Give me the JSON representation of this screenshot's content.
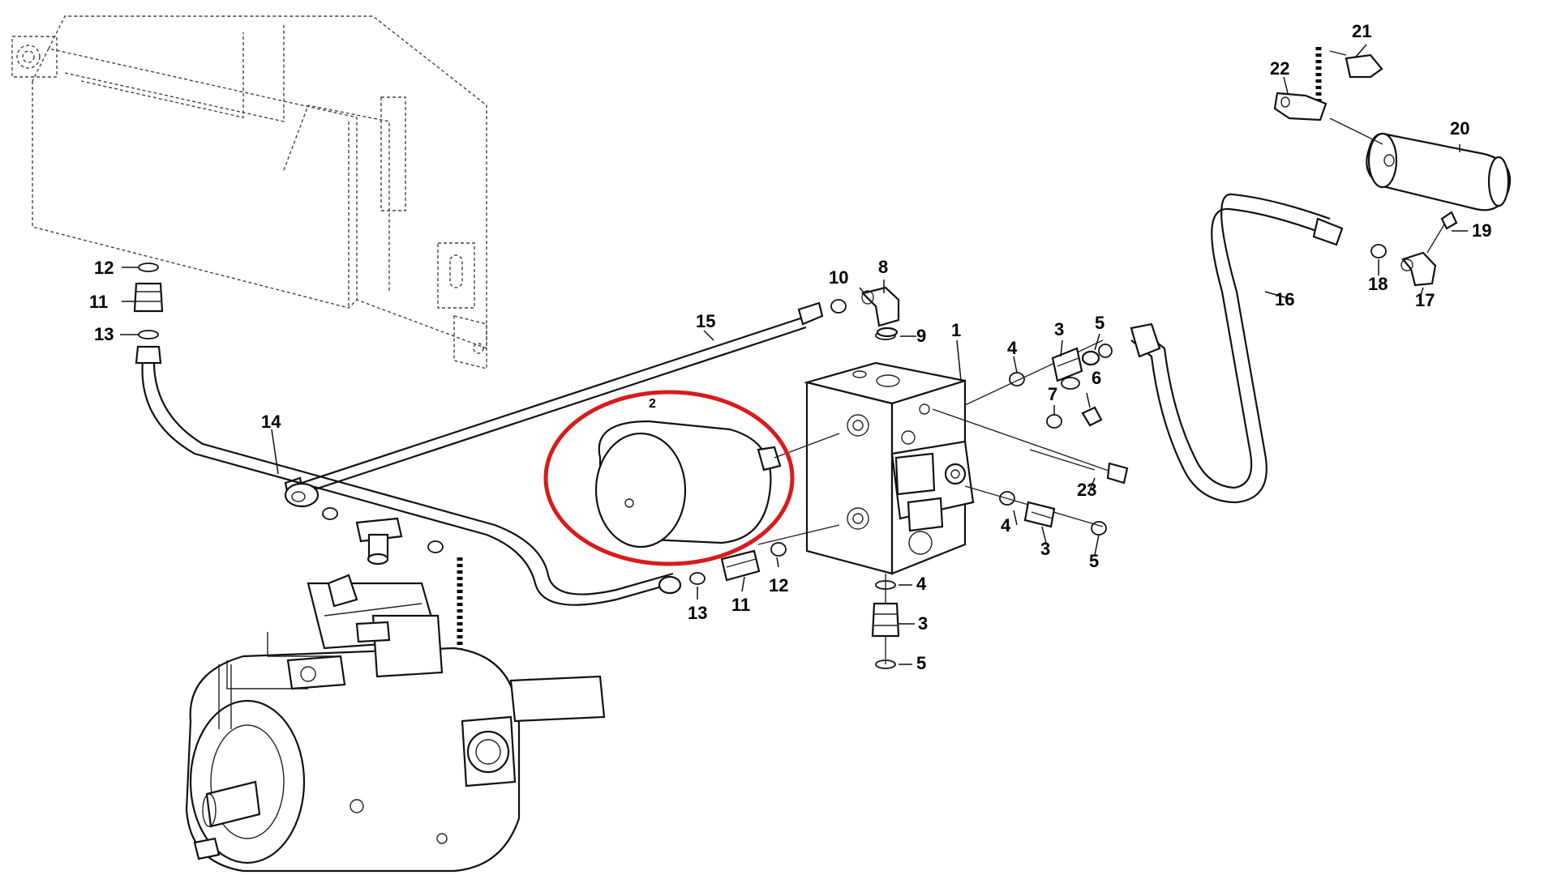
{
  "callouts": {
    "c1": "1",
    "c2": "2",
    "c3a": "3",
    "c3b": "3",
    "c3c": "3",
    "c4a": "4",
    "c4b": "4",
    "c4c": "4",
    "c5a": "5",
    "c5b": "5",
    "c5c": "5",
    "c6": "6",
    "c7": "7",
    "c8": "8",
    "c9": "9",
    "c10": "10",
    "c11a": "11",
    "c11b": "11",
    "c12a": "12",
    "c12b": "12",
    "c13a": "13",
    "c13b": "13",
    "c14": "14",
    "c15": "15",
    "c16": "16",
    "c17": "17",
    "c18": "18",
    "c19": "19",
    "c20": "20",
    "c21": "21",
    "c22": "22",
    "c23": "23"
  },
  "highlight": {
    "color": "#d81b1b",
    "target_part": "2"
  }
}
